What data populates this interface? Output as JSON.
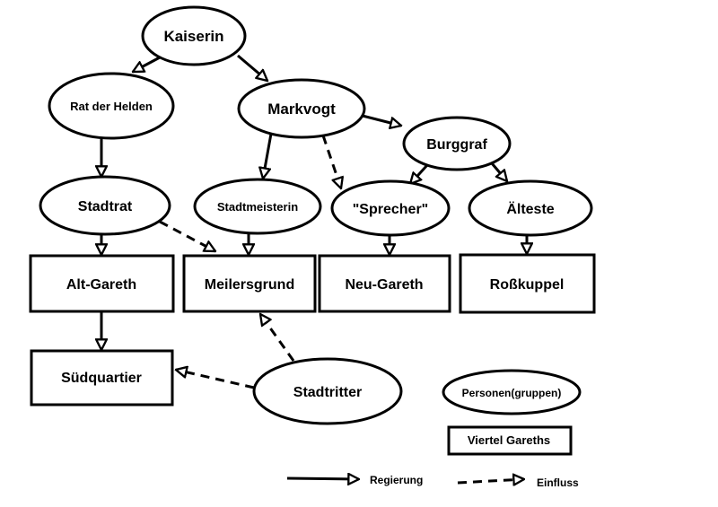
{
  "nodes": {
    "kaiserin": "Kaiserin",
    "rat_der_helden": "Rat der Helden",
    "markvogt": "Markvogt",
    "burggraf": "Burggraf",
    "stadtrat": "Stadtrat",
    "stadtmeisterin": "Stadtmeisterin",
    "sprecher": "\"Sprecher\"",
    "alteste": "Älteste",
    "alt_gareth": "Alt-Gareth",
    "meilersgrund": "Meilersgrund",
    "neu_gareth": "Neu-Gareth",
    "rosskuppel": "Roßkuppel",
    "sudquartier": "Südquartier",
    "stadtritter": "Stadtritter"
  },
  "legend": {
    "personen": "Personen(gruppen)",
    "viertel": "Viertel Gareths",
    "regierung": "Regierung",
    "einfluss": "Einfluss"
  },
  "edges": [
    {
      "from": "kaiserin",
      "to": "rat_der_helden",
      "kind": "regierung"
    },
    {
      "from": "kaiserin",
      "to": "markvogt",
      "kind": "regierung"
    },
    {
      "from": "markvogt",
      "to": "burggraf",
      "kind": "regierung"
    },
    {
      "from": "markvogt",
      "to": "stadtmeisterin",
      "kind": "regierung"
    },
    {
      "from": "markvogt",
      "to": "sprecher",
      "kind": "einfluss"
    },
    {
      "from": "rat_der_helden",
      "to": "stadtrat",
      "kind": "regierung"
    },
    {
      "from": "burggraf",
      "to": "sprecher",
      "kind": "regierung"
    },
    {
      "from": "burggraf",
      "to": "alteste",
      "kind": "regierung"
    },
    {
      "from": "stadtrat",
      "to": "alt_gareth",
      "kind": "regierung"
    },
    {
      "from": "stadtrat",
      "to": "meilersgrund",
      "kind": "einfluss"
    },
    {
      "from": "stadtmeisterin",
      "to": "meilersgrund",
      "kind": "regierung"
    },
    {
      "from": "sprecher",
      "to": "neu_gareth",
      "kind": "regierung"
    },
    {
      "from": "alteste",
      "to": "rosskuppel",
      "kind": "regierung"
    },
    {
      "from": "alt_gareth",
      "to": "sudquartier",
      "kind": "regierung"
    },
    {
      "from": "stadtritter",
      "to": "meilersgrund",
      "kind": "einfluss"
    },
    {
      "from": "stadtritter",
      "to": "sudquartier",
      "kind": "einfluss"
    }
  ]
}
